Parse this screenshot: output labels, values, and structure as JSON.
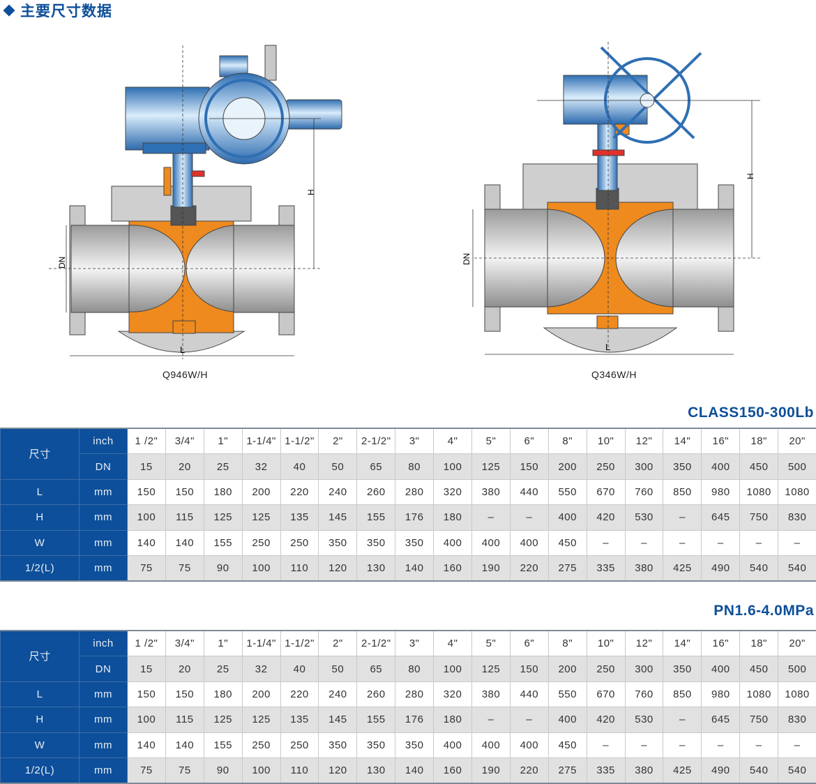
{
  "section_title": "主要尺寸数据",
  "diagrams": [
    {
      "model": "Q946W/H",
      "dim_labels": {
        "dn": "DN",
        "h": "H",
        "l": "L"
      }
    },
    {
      "model": "Q346W/H",
      "dim_labels": {
        "dn": "DN",
        "h": "H",
        "l": "L"
      }
    }
  ],
  "colors": {
    "accent": "#0d4f9a",
    "ball": "#ee8a1e",
    "actuator": "#3f86c8",
    "body": "#c8c8c8"
  },
  "tables": [
    {
      "standard": "CLASS150-300Lb",
      "size_label": "尺寸",
      "rows": [
        {
          "label": "尺寸",
          "unit": "inch",
          "values": [
            "1 /2\"",
            "3/4\"",
            "1\"",
            "1-1/4\"",
            "1-1/2\"",
            "2\"",
            "2-1/2\"",
            "3\"",
            "4\"",
            "5\"",
            "6\"",
            "8\"",
            "10\"",
            "12\"",
            "14\"",
            "16\"",
            "18\"",
            "20\""
          ]
        },
        {
          "label": "尺寸",
          "unit": "DN",
          "values": [
            "15",
            "20",
            "25",
            "32",
            "40",
            "50",
            "65",
            "80",
            "100",
            "125",
            "150",
            "200",
            "250",
            "300",
            "350",
            "400",
            "450",
            "500"
          ]
        },
        {
          "label": "L",
          "unit": "mm",
          "values": [
            "150",
            "150",
            "180",
            "200",
            "220",
            "240",
            "260",
            "280",
            "320",
            "380",
            "440",
            "550",
            "670",
            "760",
            "850",
            "980",
            "1080",
            "1080"
          ]
        },
        {
          "label": "H",
          "unit": "mm",
          "values": [
            "100",
            "115",
            "125",
            "125",
            "135",
            "145",
            "155",
            "176",
            "180",
            "–",
            "–",
            "400",
            "420",
            "530",
            "–",
            "645",
            "750",
            "830"
          ]
        },
        {
          "label": "W",
          "unit": "mm",
          "values": [
            "140",
            "140",
            "155",
            "250",
            "250",
            "350",
            "350",
            "350",
            "400",
            "400",
            "400",
            "450",
            "–",
            "–",
            "–",
            "–",
            "–",
            "–"
          ]
        },
        {
          "label": "1/2(L)",
          "unit": "mm",
          "values": [
            "75",
            "75",
            "90",
            "100",
            "110",
            "120",
            "130",
            "140",
            "160",
            "190",
            "220",
            "275",
            "335",
            "380",
            "425",
            "490",
            "540",
            "540"
          ]
        }
      ]
    },
    {
      "standard": "PN1.6-4.0MPa",
      "size_label": "尺寸",
      "rows": [
        {
          "label": "尺寸",
          "unit": "inch",
          "values": [
            "1 /2\"",
            "3/4\"",
            "1\"",
            "1-1/4\"",
            "1-1/2\"",
            "2\"",
            "2-1/2\"",
            "3\"",
            "4\"",
            "5\"",
            "6\"",
            "8\"",
            "10\"",
            "12\"",
            "14\"",
            "16\"",
            "18\"",
            "20\""
          ]
        },
        {
          "label": "尺寸",
          "unit": "DN",
          "values": [
            "15",
            "20",
            "25",
            "32",
            "40",
            "50",
            "65",
            "80",
            "100",
            "125",
            "150",
            "200",
            "250",
            "300",
            "350",
            "400",
            "450",
            "500"
          ]
        },
        {
          "label": "L",
          "unit": "mm",
          "values": [
            "150",
            "150",
            "180",
            "200",
            "220",
            "240",
            "260",
            "280",
            "320",
            "380",
            "440",
            "550",
            "670",
            "760",
            "850",
            "980",
            "1080",
            "1080"
          ]
        },
        {
          "label": "H",
          "unit": "mm",
          "values": [
            "100",
            "115",
            "125",
            "125",
            "135",
            "145",
            "155",
            "176",
            "180",
            "–",
            "–",
            "400",
            "420",
            "530",
            "–",
            "645",
            "750",
            "830"
          ]
        },
        {
          "label": "W",
          "unit": "mm",
          "values": [
            "140",
            "140",
            "155",
            "250",
            "250",
            "350",
            "350",
            "350",
            "400",
            "400",
            "400",
            "450",
            "–",
            "–",
            "–",
            "–",
            "–",
            "–"
          ]
        },
        {
          "label": "1/2(L)",
          "unit": "mm",
          "values": [
            "75",
            "75",
            "90",
            "100",
            "110",
            "120",
            "130",
            "140",
            "160",
            "190",
            "220",
            "275",
            "335",
            "380",
            "425",
            "490",
            "540",
            "540"
          ]
        }
      ]
    }
  ]
}
